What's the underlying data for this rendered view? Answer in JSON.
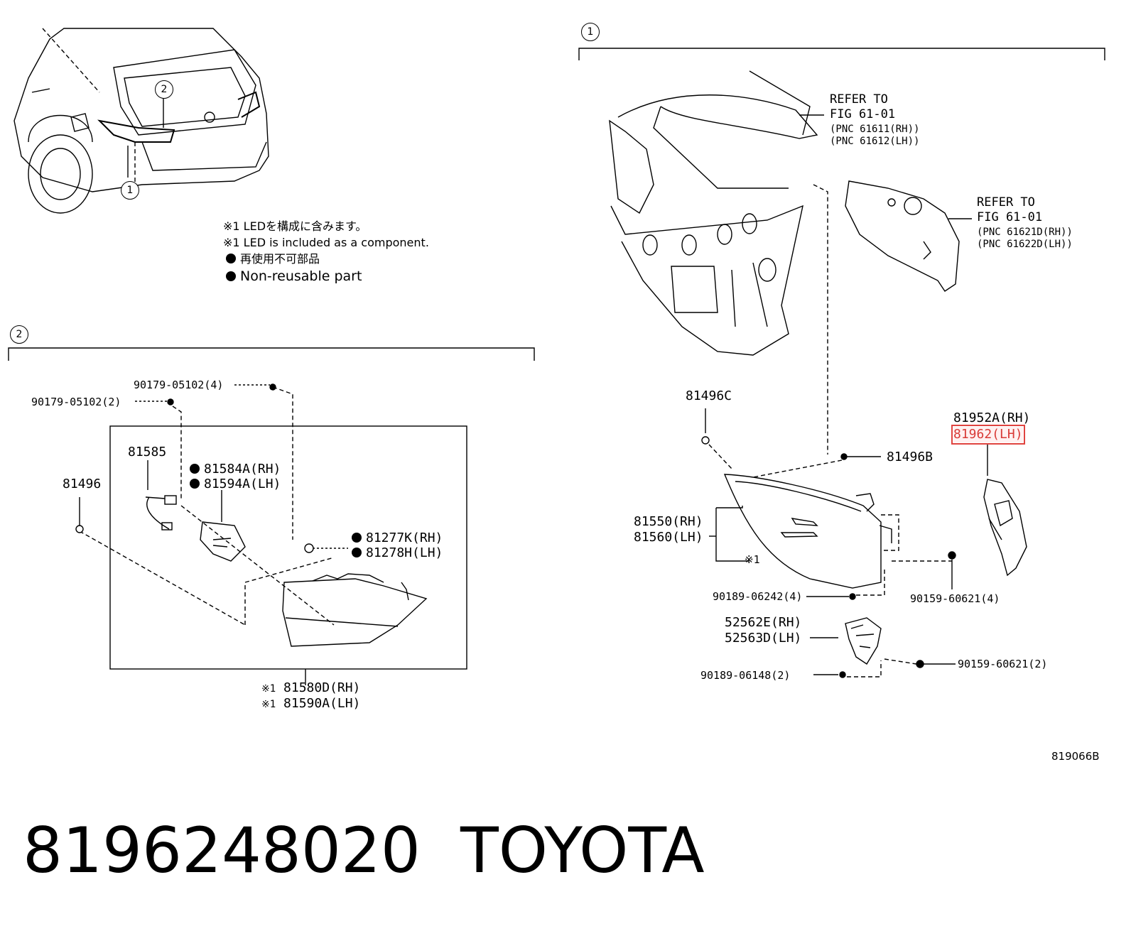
{
  "callouts": {
    "c1": "1",
    "c2": "2"
  },
  "notes": {
    "led_jp": "※1 LEDを構成に含みます。",
    "led_en": "※1 LED is included as a component.",
    "nonreuse_jp": "再使用不可部品",
    "nonreuse_en": "Non-reusable part"
  },
  "refer1": {
    "line1": "REFER TO",
    "line2": "FIG 61-01",
    "line3": "(PNC 61611(RH))",
    "line4": "(PNC 61612(LH))"
  },
  "refer2": {
    "line1": "REFER TO",
    "line2": "FIG 61-01",
    "line3": "(PNC 61621D(RH))",
    "line4": "(PNC 61622D(LH))"
  },
  "left_parts": {
    "p90179_4": "90179-05102(4)",
    "p90179_2": "90179-05102(2)",
    "p81585": "81585",
    "p81584A": "81584A(RH)",
    "p81594A": "81594A(LH)",
    "p81496": "81496",
    "p81277K": "81277K(RH)",
    "p81278H": "81278H(LH)",
    "p81580D": "81580D(RH)",
    "p81590A": "81590A(LH)",
    "mark": "※1"
  },
  "right_parts": {
    "p81496C": "81496C",
    "p81496B": "81496B",
    "p81952A": "81952A(RH)",
    "p81962": "81962(LH)",
    "p81550": "81550(RH)",
    "p81560": "81560(LH)",
    "mark": "※1",
    "p90189_4": "90189-06242(4)",
    "p90159_4": "90159-60621(4)",
    "p52562E": "52562E(RH)",
    "p52563D": "52563D(LH)",
    "p90189_2": "90189-06148(2)",
    "p90159_2": "90159-60621(2)"
  },
  "diagram_code": "819066B",
  "footer": {
    "part_number": "8196248020",
    "brand": "TOYOTA"
  }
}
